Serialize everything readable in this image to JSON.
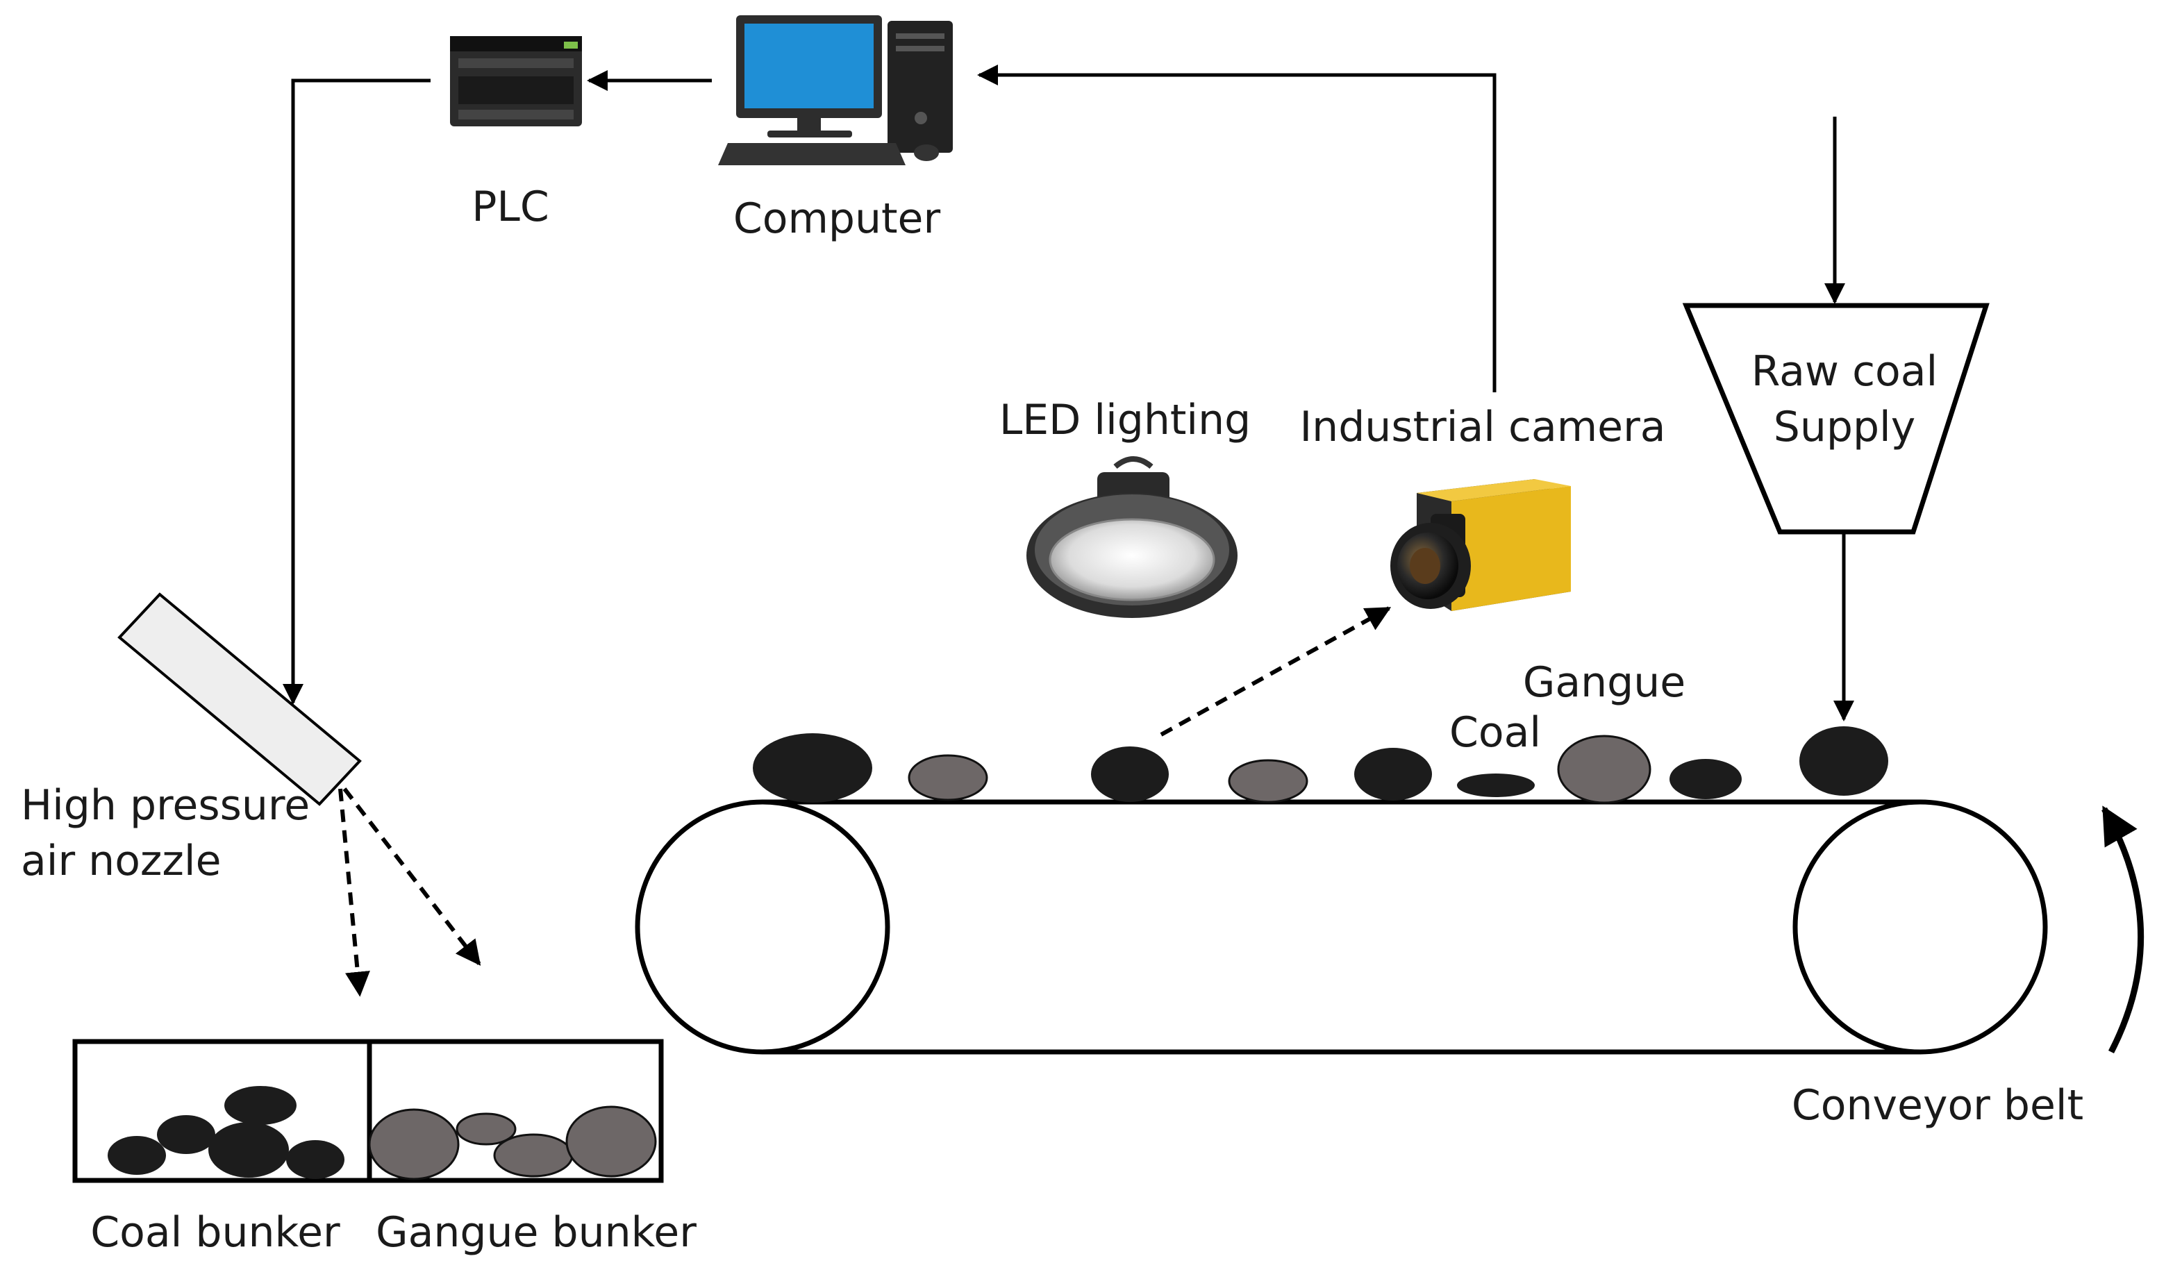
{
  "labels": {
    "plc": "PLC",
    "computer": "Computer",
    "raw_coal_line1": "Raw coal",
    "raw_coal_line2": "Supply",
    "led_lighting": "LED lighting",
    "industrial_camera": "Industrial camera",
    "gangue": "Gangue",
    "coal": "Coal",
    "nozzle_line1": "High pressure",
    "nozzle_line2": "air nozzle",
    "coal_bunker": "Coal bunker",
    "gangue_bunker": "Gangue bunker",
    "conveyor_belt": "Conveyor belt"
  },
  "colors": {
    "coal": "#1c1c1c",
    "gangue": "#6d6767",
    "line": "#000000",
    "camera_body": "#e8b81c",
    "monitor_screen": "#1f8fd6",
    "nozzle_fill": "#eeeeee"
  },
  "icons": {
    "plc": "plc-icon",
    "computer": "computer-icon",
    "led_lighting": "led-lamp-icon",
    "camera": "industrial-camera-icon"
  }
}
